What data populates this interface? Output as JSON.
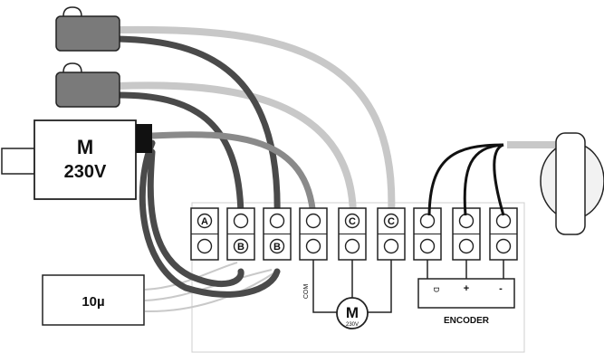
{
  "motor": {
    "label_line1": "M",
    "label_line2": "230V"
  },
  "capacitor": {
    "label": "10µ"
  },
  "terminals": [
    {
      "id": "t1",
      "top": "A",
      "bottom": ""
    },
    {
      "id": "t2",
      "top": "",
      "bottom": "B"
    },
    {
      "id": "t3",
      "top": "",
      "bottom": "B"
    },
    {
      "id": "t4",
      "top": "",
      "bottom": ""
    },
    {
      "id": "t5",
      "top": "C",
      "bottom": ""
    },
    {
      "id": "t6",
      "top": "C",
      "bottom": ""
    },
    {
      "id": "t7",
      "top": "",
      "bottom": ""
    },
    {
      "id": "t8",
      "top": "",
      "bottom": ""
    },
    {
      "id": "t9",
      "top": "",
      "bottom": ""
    }
  ],
  "schematic_motor": {
    "label_line1": "M",
    "label_line2": "230V",
    "com_label": "COM"
  },
  "encoder": {
    "label": "ENCODER",
    "pin_d": "D",
    "pin_plus": "+",
    "pin_minus": "-"
  },
  "colors": {
    "dark_wire": "#4a4a4a",
    "mid_wire": "#8a8a8a",
    "light_wire": "#c8c8c8",
    "black_wire": "#111111",
    "component_fill": "#7a7a7a"
  }
}
